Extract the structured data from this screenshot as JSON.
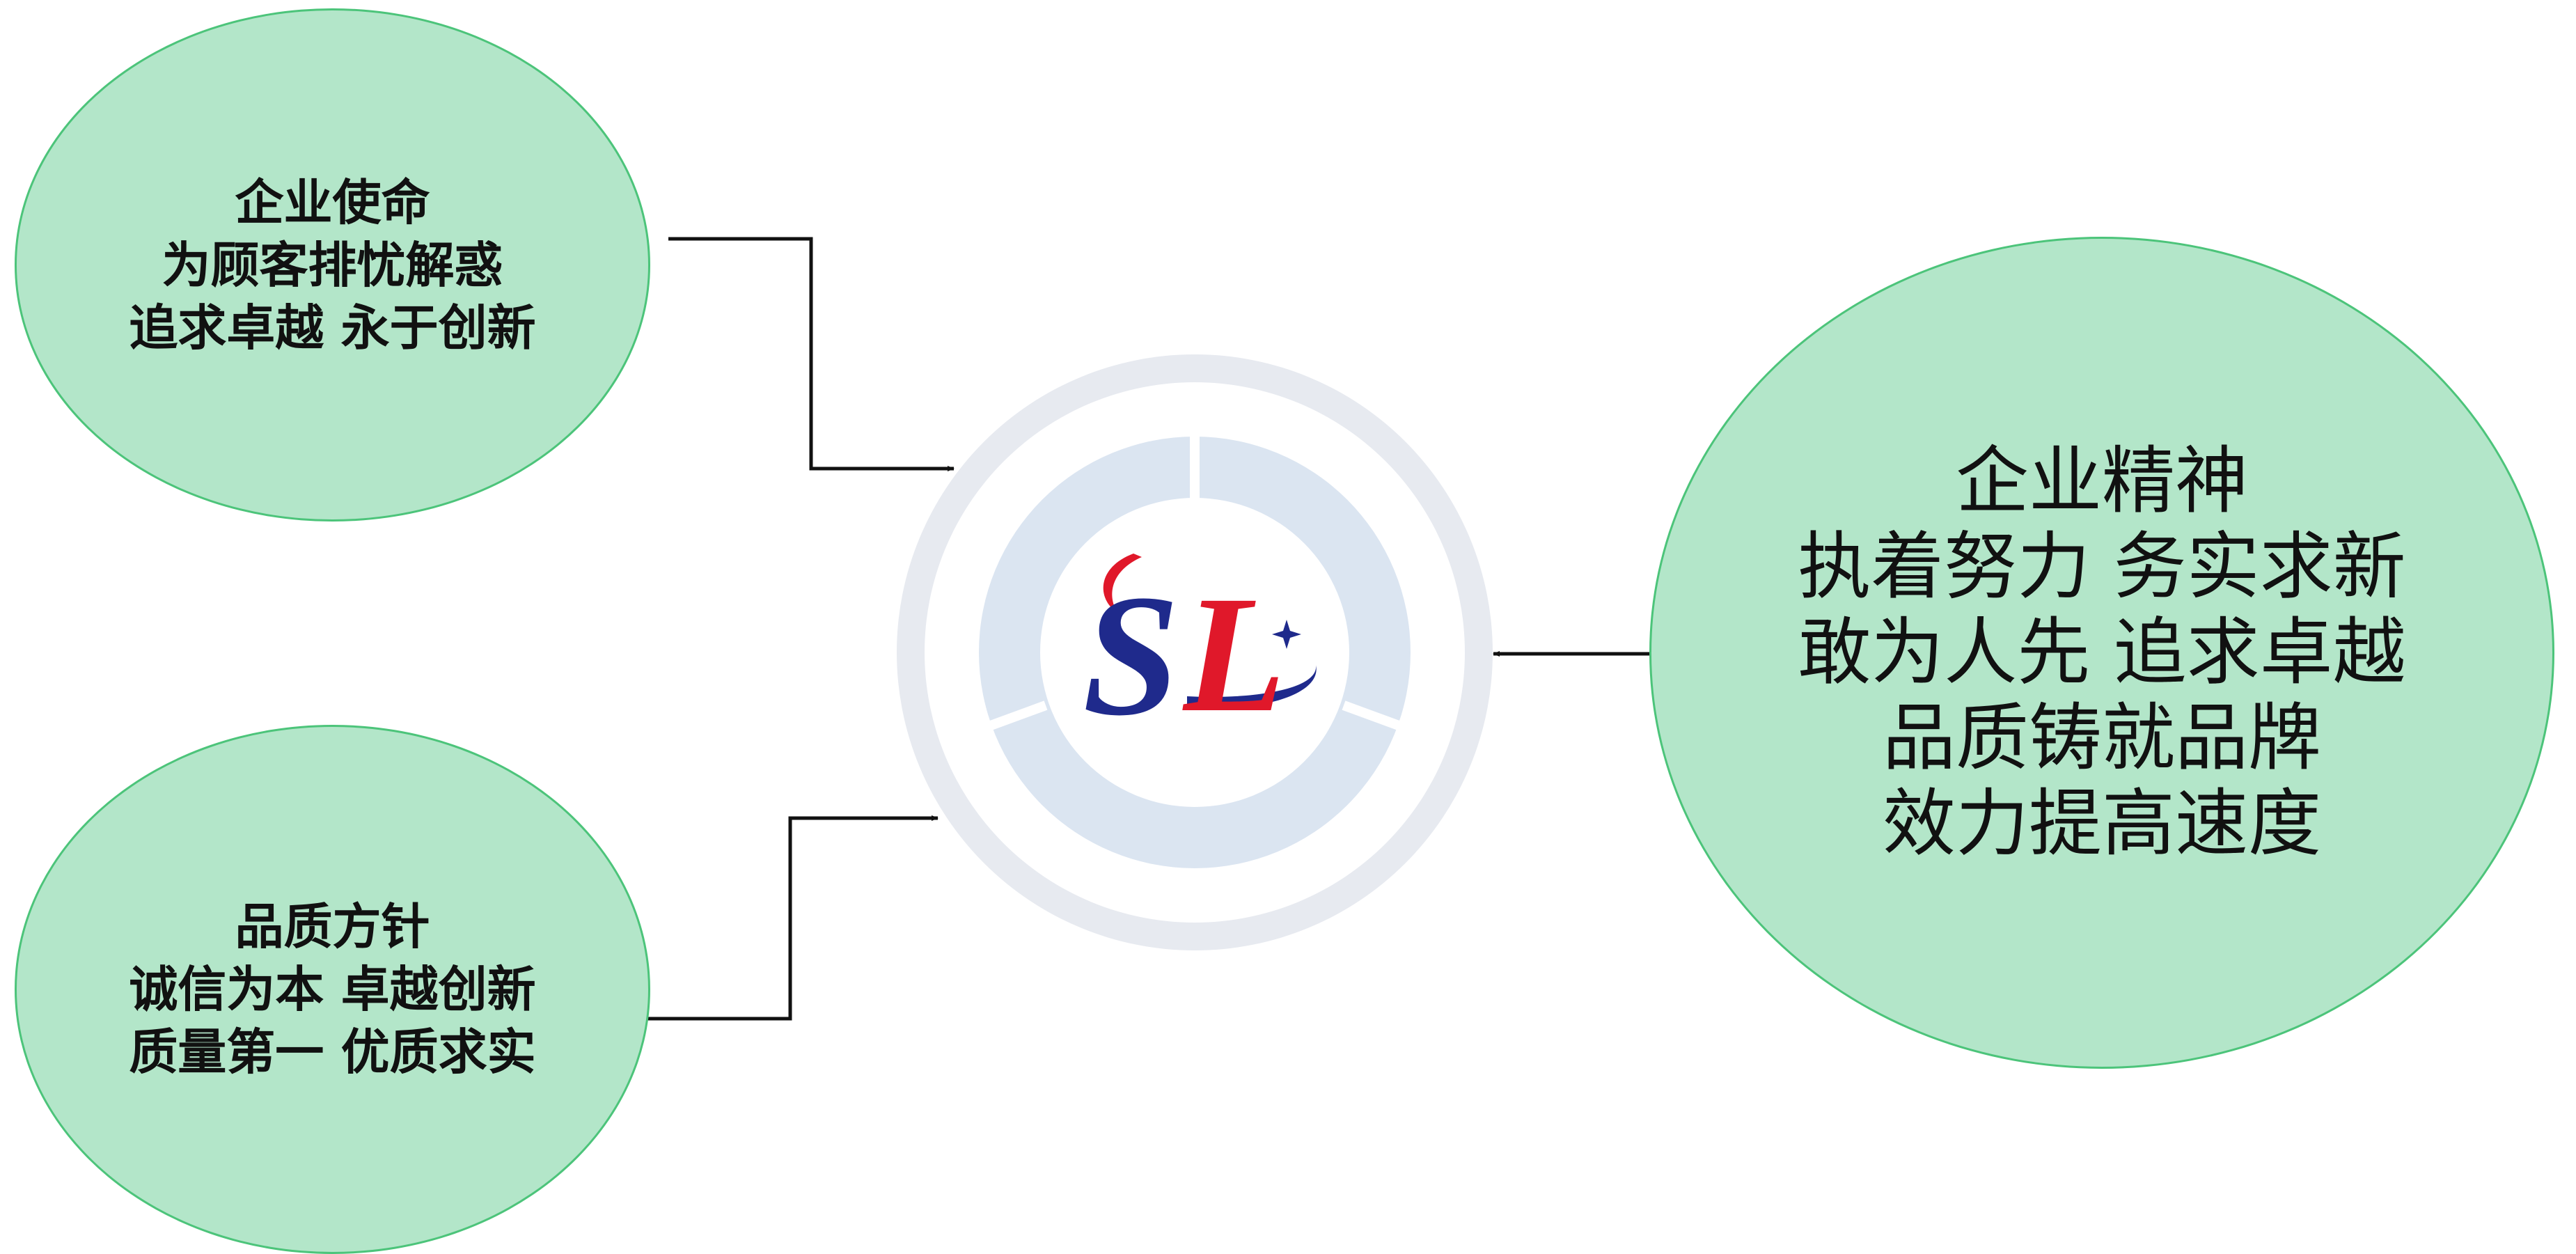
{
  "center": {
    "logo_text": "SL",
    "colors": {
      "outer_ring": "#e7eaf0",
      "inner_ring": "#dbe5f1",
      "logo_red": "#e0182a",
      "logo_blue": "#1f2a8c"
    }
  },
  "bubble_color": "#b3e6c9",
  "mission": {
    "title": "企业使命",
    "lines": [
      "为顾客排忧解惑",
      "追求卓越 永于创新"
    ]
  },
  "quality": {
    "title": "品质方针",
    "lines": [
      "诚信为本 卓越创新",
      "质量第一 优质求实"
    ]
  },
  "spirit": {
    "title": "企业精神",
    "lines": [
      "执着努力 务实求新",
      "敢为人先 追求卓越",
      "品质铸就品牌",
      "效力提高速度"
    ]
  }
}
